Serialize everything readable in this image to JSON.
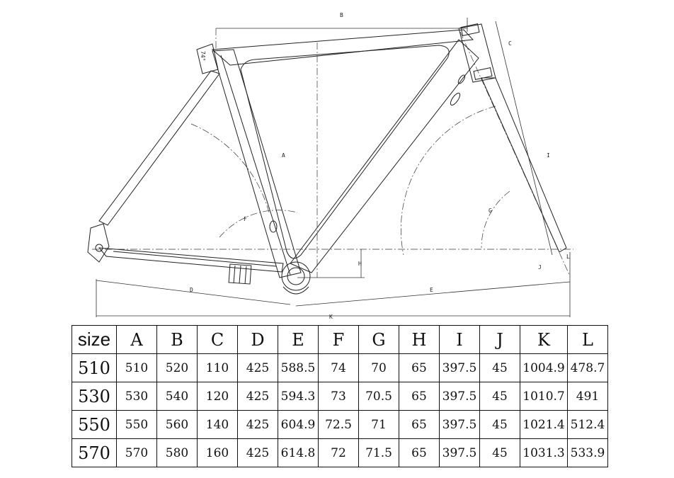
{
  "drawing": {
    "dimension_labels": [
      "A",
      "B",
      "C",
      "D",
      "E",
      "F",
      "G",
      "H",
      "I",
      "J",
      "K",
      "L"
    ],
    "angle_annotation": "74°"
  },
  "table": {
    "corner_label": "size",
    "columns": [
      "A",
      "B",
      "C",
      "D",
      "E",
      "F",
      "G",
      "H",
      "I",
      "J",
      "K",
      "L"
    ],
    "rows": [
      {
        "size": "510",
        "values": [
          "510",
          "520",
          "110",
          "425",
          "588.5",
          "74",
          "70",
          "65",
          "397.5",
          "45",
          "1004.9",
          "478.7"
        ]
      },
      {
        "size": "530",
        "values": [
          "530",
          "540",
          "120",
          "425",
          "594.3",
          "73",
          "70.5",
          "65",
          "397.5",
          "45",
          "1010.7",
          "491"
        ]
      },
      {
        "size": "550",
        "values": [
          "550",
          "560",
          "140",
          "425",
          "604.9",
          "72.5",
          "71",
          "65",
          "397.5",
          "45",
          "1021.4",
          "512.4"
        ]
      },
      {
        "size": "570",
        "values": [
          "570",
          "580",
          "160",
          "425",
          "614.8",
          "72",
          "71.5",
          "65",
          "397.5",
          "45",
          "1031.3",
          "533.9"
        ]
      }
    ]
  }
}
